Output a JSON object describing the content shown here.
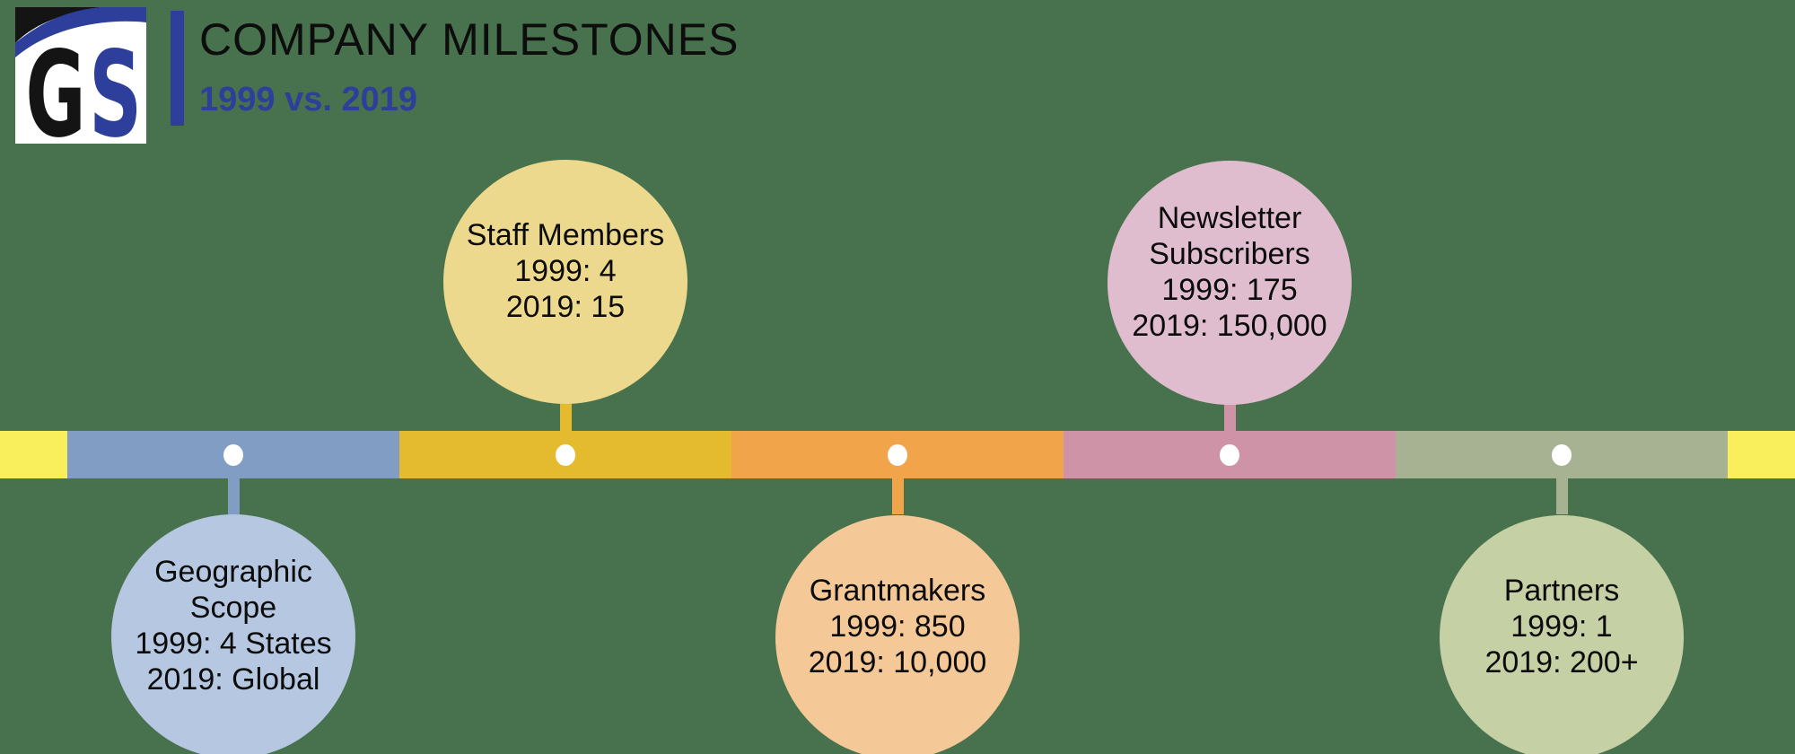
{
  "header": {
    "logo": {
      "letter_g": "G",
      "letter_s": "S"
    },
    "title": "COMPANY MILESTONES",
    "subtitle": "1999 vs. 2019"
  },
  "colors": {
    "background_green": "#48724d",
    "accent_blue": "#2d3e9b",
    "bar_cap_yellow": "#f9ee5c",
    "bar_blue": "#829dc4",
    "bar_gold": "#e4ba2e",
    "bar_orange": "#f2a44a",
    "bar_pink": "#cf93a7",
    "bar_sage": "#a6b291",
    "circle_blue": "#b6c8e1",
    "circle_yellow": "#edd98d",
    "circle_orange": "#f5c997",
    "circle_pink": "#dfbdcf",
    "circle_sage": "#c5d0a5",
    "dot_white": "#ffffff",
    "text_black": "#0d0d0d"
  },
  "milestones": [
    {
      "label": "Geographic Scope",
      "value_1999": "4 States",
      "value_2019": "Global",
      "position": "below",
      "lines": [
        "Geographic",
        "Scope",
        "1999: 4 States",
        "2019: Global"
      ]
    },
    {
      "label": "Staff Members",
      "value_1999": "4",
      "value_2019": "15",
      "position": "above",
      "lines": [
        "Staff Members",
        "1999: 4",
        "2019: 15"
      ]
    },
    {
      "label": "Grantmakers",
      "value_1999": "850",
      "value_2019": "10,000",
      "position": "below",
      "lines": [
        "Grantmakers",
        "1999: 850",
        "2019: 10,000"
      ]
    },
    {
      "label": "Newsletter Subscribers",
      "value_1999": "175",
      "value_2019": "150,000",
      "position": "above",
      "lines": [
        "Newsletter",
        "Subscribers",
        "1999: 175",
        "2019: 150,000"
      ]
    },
    {
      "label": "Partners",
      "value_1999": "1",
      "value_2019": "200+",
      "position": "below",
      "lines": [
        "Partners",
        "1999: 1",
        "2019: 200+"
      ]
    }
  ]
}
